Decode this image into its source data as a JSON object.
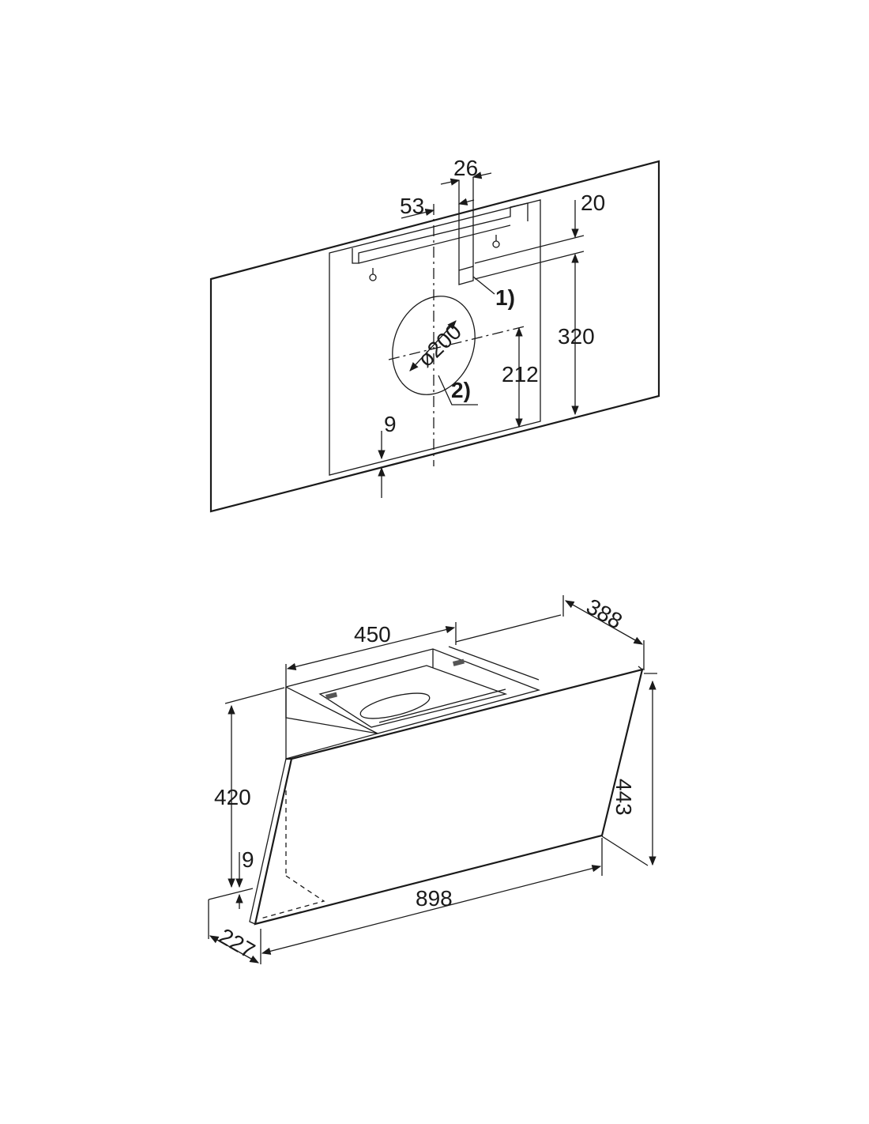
{
  "wall_diagram": {
    "dim_26": "26",
    "dim_53": "53",
    "dim_20": "20",
    "dim_320": "320",
    "dim_212": "212",
    "dim_9": "9",
    "dim_dia200": "ø200",
    "callout_1": "1)",
    "callout_2": "2)"
  },
  "hood_diagram": {
    "dim_388": "388",
    "dim_450": "450",
    "dim_420": "420",
    "dim_443": "443",
    "dim_9": "9",
    "dim_898": "898",
    "dim_227": "227"
  },
  "colors": {
    "wall_fill": "#e6e6e6",
    "line": "#1a1a1a",
    "duct": "#d0d0d0"
  }
}
